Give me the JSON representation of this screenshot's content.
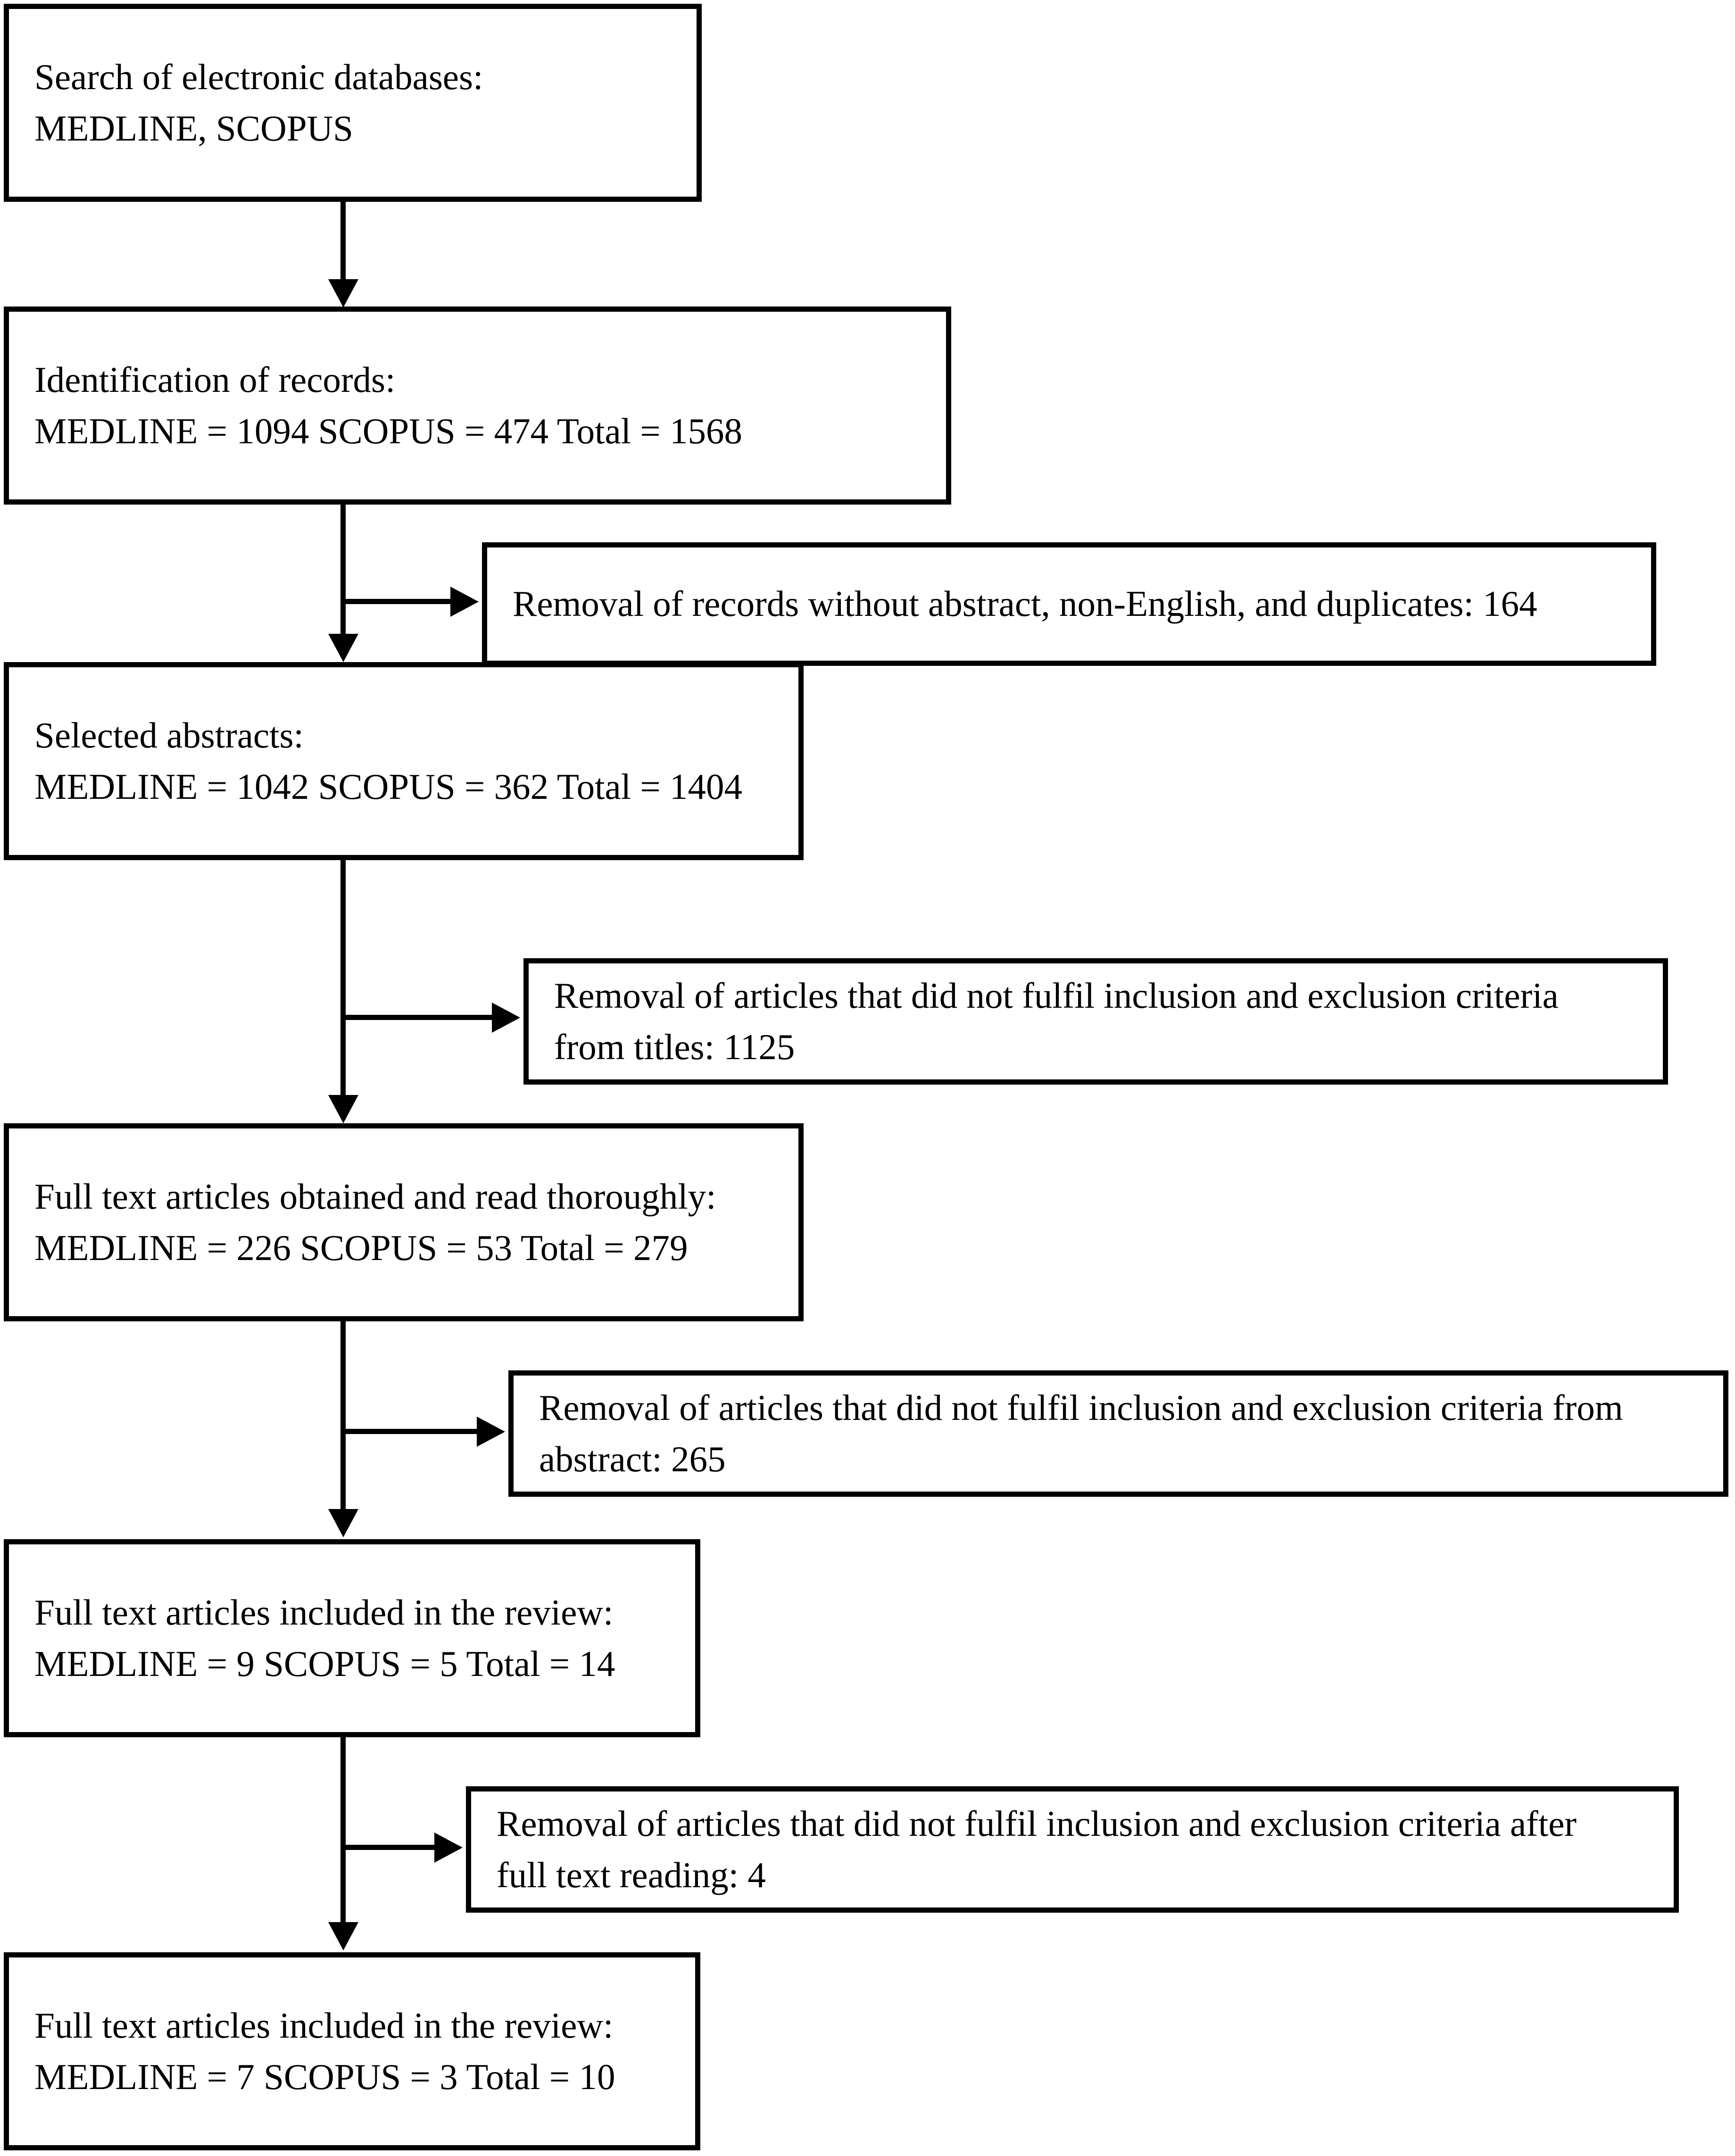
{
  "diagram": {
    "type": "prisma-flow-diagram",
    "orientation": "vertical",
    "nodes": [
      {
        "id": "search",
        "kind": "main",
        "line1": "Search of electronic databases:",
        "line2": "MEDLINE, SCOPUS"
      },
      {
        "id": "identification",
        "kind": "main",
        "line1": "Identification of records:",
        "line2": "MEDLINE = 1094 SCOPUS = 474 Total = 1568"
      },
      {
        "id": "selected_abstracts",
        "kind": "main",
        "line1": "Selected abstracts:",
        "line2": "MEDLINE = 1042 SCOPUS = 362 Total = 1404"
      },
      {
        "id": "full_text_obtained",
        "kind": "main",
        "line1": "Full text articles obtained and read thoroughly:",
        "line2": "MEDLINE = 226 SCOPUS = 53 Total = 279"
      },
      {
        "id": "included_14",
        "kind": "main",
        "line1": "Full text articles included in the review:",
        "line2": "MEDLINE = 9 SCOPUS = 5 Total = 14"
      },
      {
        "id": "included_10",
        "kind": "main",
        "line1": "Full text articles included in the review:",
        "line2": "MEDLINE = 7 SCOPUS = 3 Total = 10"
      }
    ],
    "exclusions": [
      {
        "id": "excl_1",
        "kind": "side",
        "line1": "Removal of records without abstract, non-English, and duplicates: 164",
        "line2": ""
      },
      {
        "id": "excl_2",
        "kind": "side",
        "line1": "Removal of articles that did not fulfil inclusion and exclusion criteria",
        "line2": "from titles: 1125"
      },
      {
        "id": "excl_3",
        "kind": "side",
        "line1": "Removal of articles that did not fulfil inclusion and exclusion criteria from",
        "line2": "abstract: 265"
      },
      {
        "id": "excl_4",
        "kind": "side",
        "line1": "Removal of articles that did not fulfil inclusion and exclusion criteria after",
        "line2": "full text reading: 4"
      }
    ],
    "counts": {
      "identification_medline": 1094,
      "identification_scopus": 474,
      "identification_total": 1568,
      "removed_no_abstract_non_english_duplicates": 164,
      "selected_medline": 1042,
      "selected_scopus": 362,
      "selected_total": 1404,
      "removed_from_titles": 1125,
      "fulltext_medline": 226,
      "fulltext_scopus": 53,
      "fulltext_total": 279,
      "removed_from_abstract": 265,
      "included_first_medline": 9,
      "included_first_scopus": 5,
      "included_first_total": 14,
      "removed_after_full_text": 4,
      "included_final_medline": 7,
      "included_final_scopus": 3,
      "included_final_total": 10
    },
    "colors": {
      "stroke": "#000000",
      "fill": "#ffffff",
      "text": "#000000"
    }
  }
}
